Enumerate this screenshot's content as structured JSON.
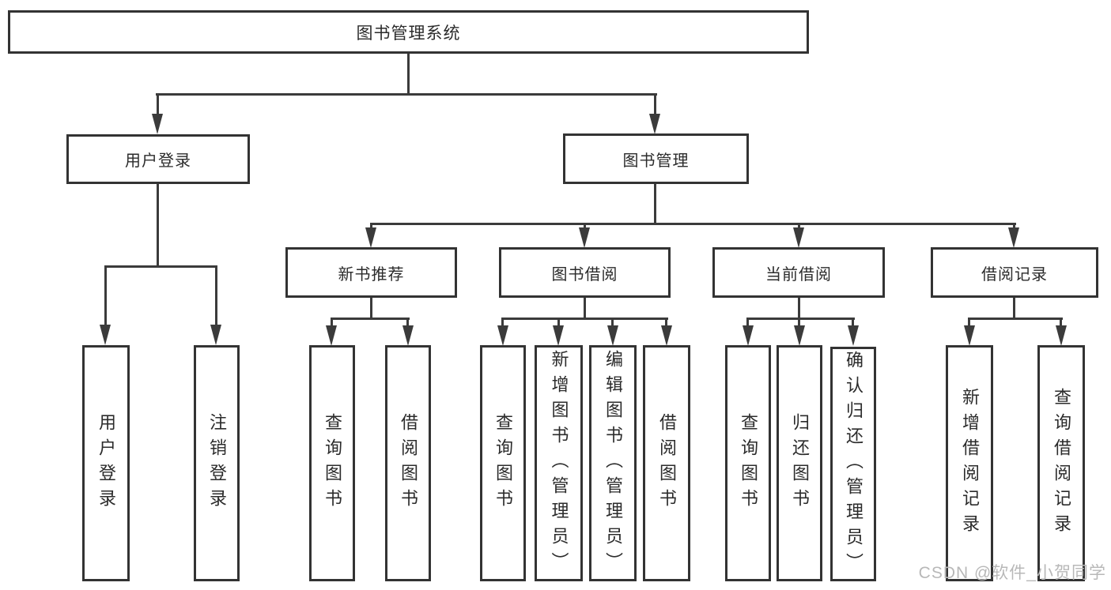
{
  "tree": {
    "root": {
      "label": "图书管理系统"
    },
    "branches": [
      {
        "label": "用户登录",
        "children": [
          {
            "label": "用户登录"
          },
          {
            "label": "注销登录"
          }
        ]
      },
      {
        "label": "图书管理",
        "groups": [
          {
            "label": "新书推荐",
            "children": [
              {
                "label": "查询图书"
              },
              {
                "label": "借阅图书"
              }
            ]
          },
          {
            "label": "图书借阅",
            "children": [
              {
                "label": "查询图书"
              },
              {
                "label": "新增图书（管理员）"
              },
              {
                "label": "编辑图书（管理员）"
              },
              {
                "label": "借阅图书"
              }
            ]
          },
          {
            "label": "当前借阅",
            "children": [
              {
                "label": "查询图书"
              },
              {
                "label": "归还图书"
              },
              {
                "label": "确认归还（管理员）"
              }
            ]
          },
          {
            "label": "借阅记录",
            "children": [
              {
                "label": "新增借阅记录"
              },
              {
                "label": "查询借阅记录"
              }
            ]
          }
        ]
      }
    ]
  },
  "watermark": {
    "text": "CSDN @软件_小贺同学"
  },
  "colors": {
    "line": "#3b3b3b",
    "border": "#333333",
    "text": "#2b2b2b",
    "watermark": "#b8b8b8",
    "background": "#ffffff"
  }
}
